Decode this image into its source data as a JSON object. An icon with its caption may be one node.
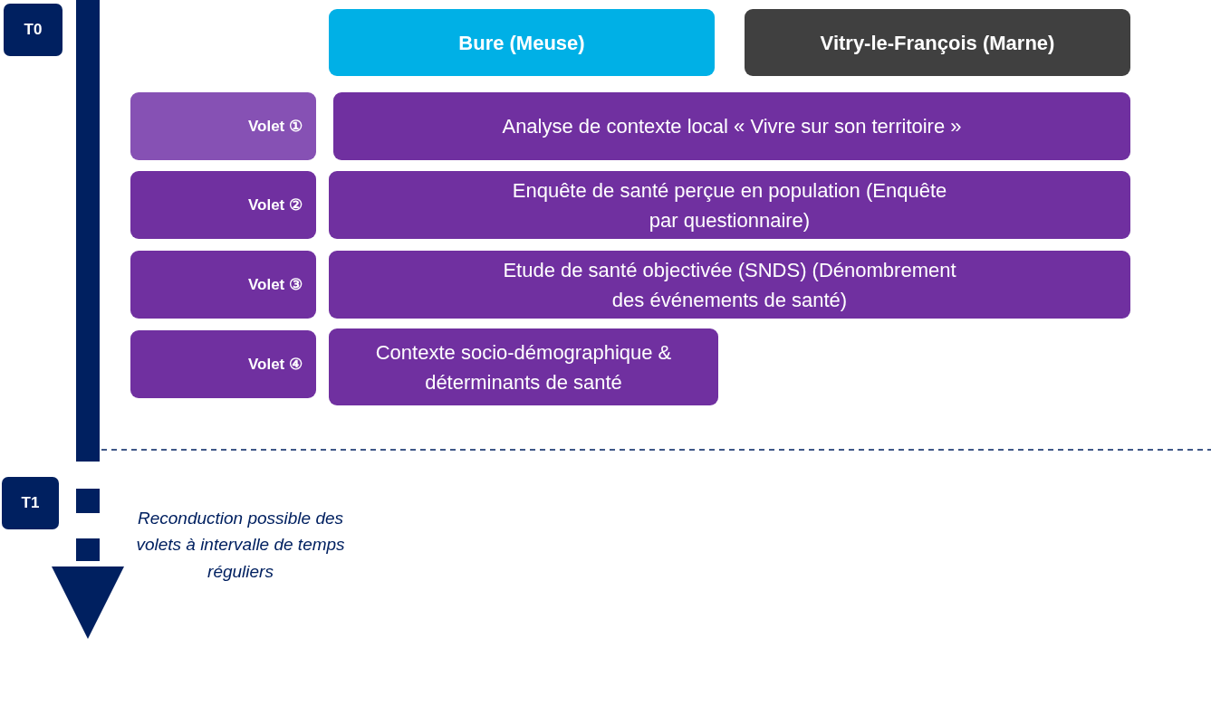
{
  "diagram": {
    "nodes": [
      {
        "text": [
          "T0"
        ]
      },
      {
        "text": [
          "Bure (Meuse)"
        ]
      },
      {
        "text": [
          "Vitry-le-François (Marne)"
        ]
      },
      {
        "text": [
          "Volet ①"
        ]
      },
      {
        "text": [
          "Analyse de contexte local « Vivre sur son territoire »"
        ]
      },
      {
        "text": [
          "Volet ②"
        ]
      },
      {
        "text": [
          "Enquête de santé perçue en population (Enquête par questionnaire)"
        ]
      },
      {
        "text": [
          "Volet ③"
        ]
      },
      {
        "text": [
          "Etude de santé objectivée (SNDS) (Dénombrement des événements de santé)"
        ]
      },
      {
        "text": [
          "Volet ④"
        ]
      },
      {
        "text": [
          "Contexte socio-démographique & déterminants de santé"
        ]
      },
      {
        "text": [
          "T1"
        ]
      }
    ],
    "labels": [
      "Reconduction possible des volets à intervalle de temps réguliers"
    ]
  }
}
